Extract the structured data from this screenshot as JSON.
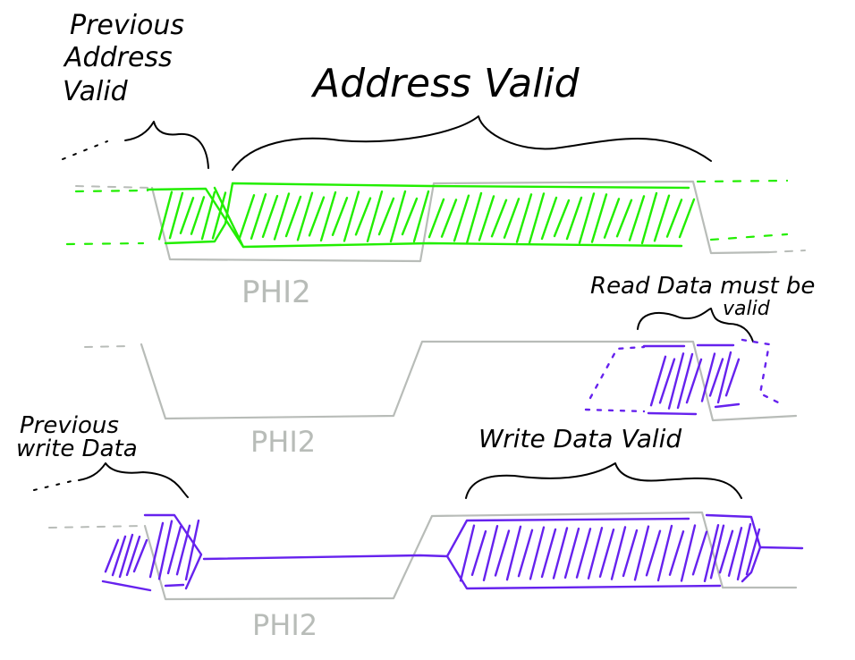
{
  "diagram": {
    "title": "6502 bus timing sketch",
    "colors": {
      "address": "#22ee00",
      "data": "#6622ee",
      "clock": "#b8bcb8",
      "annotation": "#000000"
    },
    "rows": [
      {
        "id": "address",
        "clock_label": "PHI2",
        "annotations": [
          {
            "id": "previous-address",
            "lines": [
              "Previous",
              "Address",
              "Valid"
            ]
          },
          {
            "id": "address-valid",
            "lines": [
              "Address Valid"
            ]
          }
        ]
      },
      {
        "id": "read",
        "clock_label": "PHI2",
        "annotations": [
          {
            "id": "read-data",
            "lines": [
              "Read Data must be",
              "valid"
            ]
          }
        ]
      },
      {
        "id": "write",
        "clock_label": "PHI2",
        "annotations": [
          {
            "id": "previous-write",
            "lines": [
              "Previous",
              "write Data"
            ]
          },
          {
            "id": "write-data-valid",
            "lines": [
              "Write Data Valid"
            ]
          }
        ]
      }
    ]
  }
}
